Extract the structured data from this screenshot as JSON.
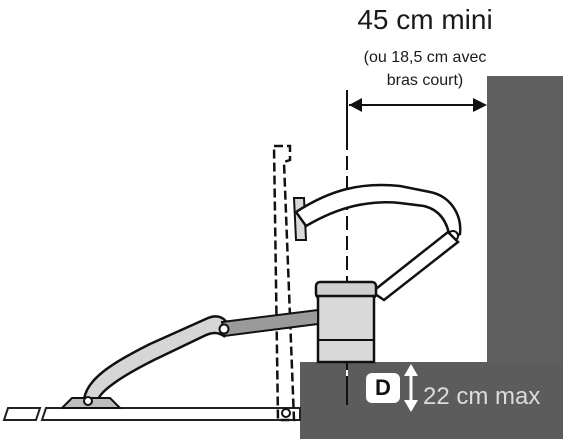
{
  "labels": {
    "min_distance": "45 cm mini",
    "short_arm_line1": "(ou 18,5 cm avec",
    "short_arm_line2": "bras court)",
    "d_marker": "D",
    "max_height": "22 cm max"
  },
  "colors": {
    "wall": "#5f5f5f",
    "floor": "#5a5a5a",
    "arm_fill": "#d9d9d9",
    "arm_stroke": "#1a1a1a",
    "accent_text": "#dcdcdc"
  }
}
